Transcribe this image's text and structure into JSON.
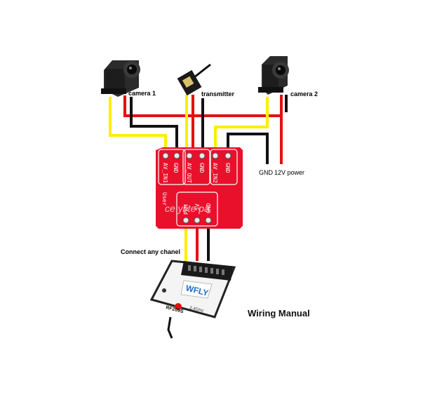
{
  "labels": {
    "camera1": "camera 1",
    "transmitter": "transmitter",
    "camera2": "camera 2",
    "gnd": "GND",
    "power": "12V power",
    "connect": "Connect any chanel",
    "manual": "Wiring Manual"
  },
  "board": {
    "pins_top": [
      "AV_IN1",
      "GND",
      "AV_OUT",
      "GND",
      "AV_IN2",
      "GND"
    ],
    "pins_bottom": [
      "PWM",
      "5V",
      "GND"
    ],
    "side_text": "User",
    "watermark": "ce yi te pa"
  },
  "receiver": {
    "brand": "WFLY",
    "model": "RF209S",
    "tag": "2.4GHz"
  },
  "colors": {
    "board": "#e8102a",
    "wire_yellow": "#ffee00",
    "wire_red": "#e41010",
    "wire_black": "#111111"
  }
}
